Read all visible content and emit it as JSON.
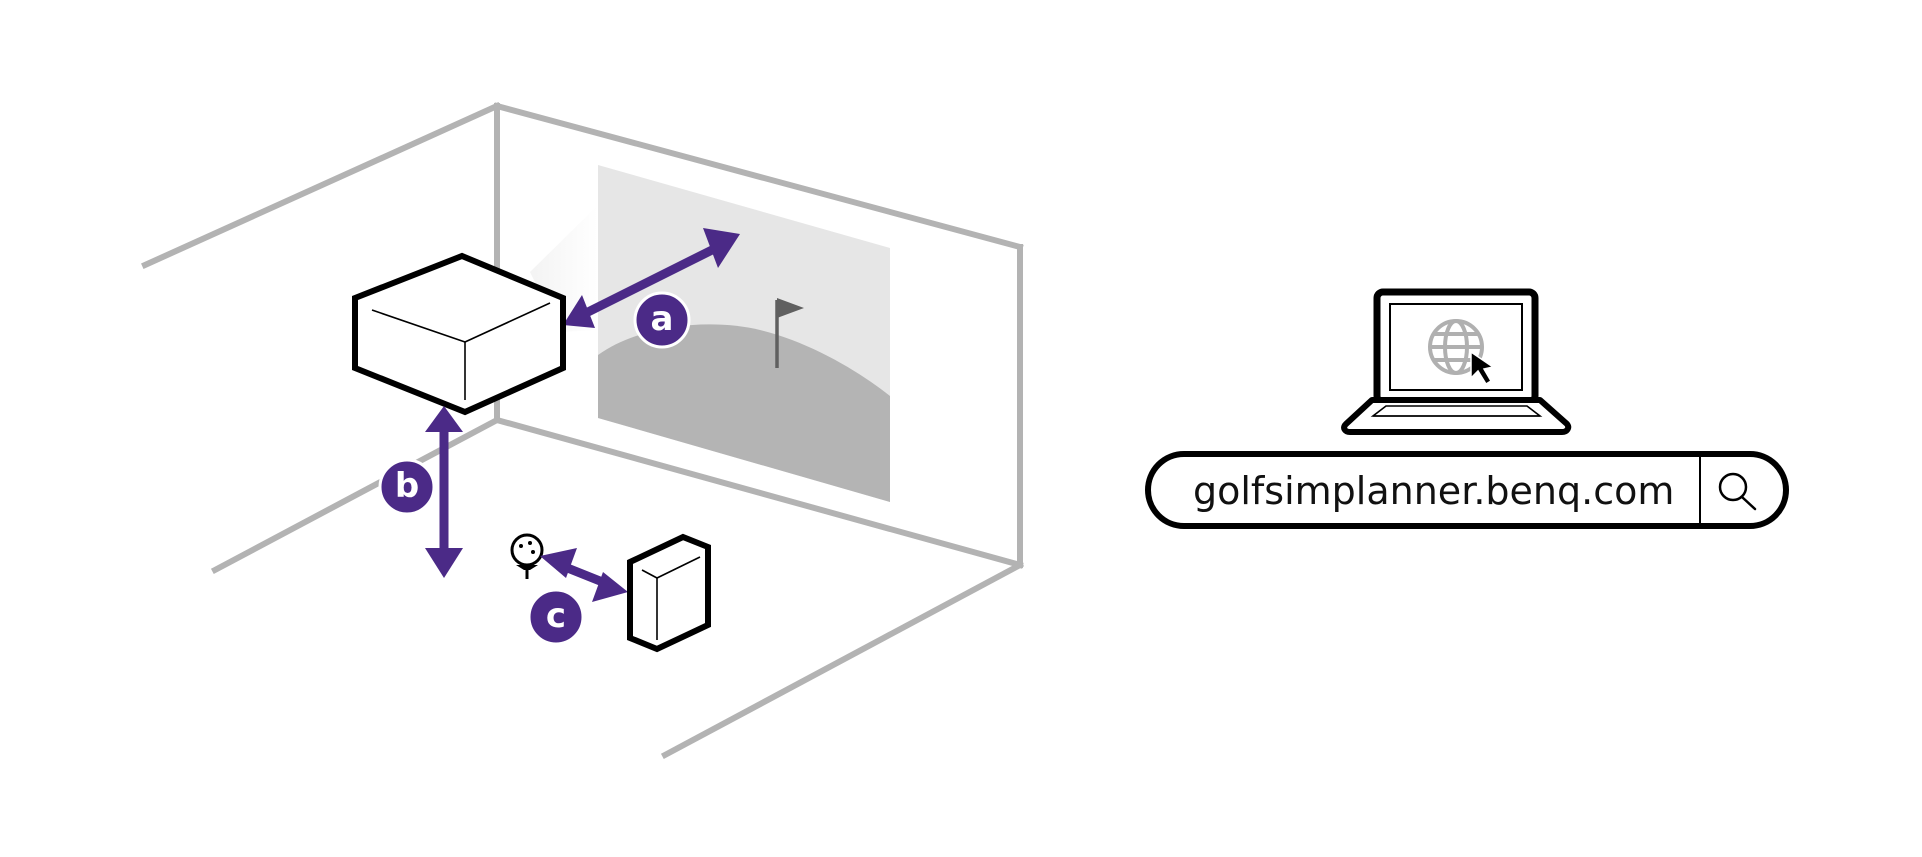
{
  "labels": {
    "throw_distance": "a",
    "mount_height": "b",
    "launch_monitor_distance": "c"
  },
  "search_bar": {
    "url": "golfsimplanner.benq.com",
    "icon": "search-icon"
  },
  "laptop": {
    "screen_icon": "globe-icon",
    "cursor_icon": "cursor-icon"
  },
  "colors": {
    "accent": "#4b2a87",
    "room_lines": "#b3b3b3",
    "screen_light": "#e6e6e6",
    "screen_ground": "#b4b4b4",
    "globe": "#b0b0b0"
  }
}
